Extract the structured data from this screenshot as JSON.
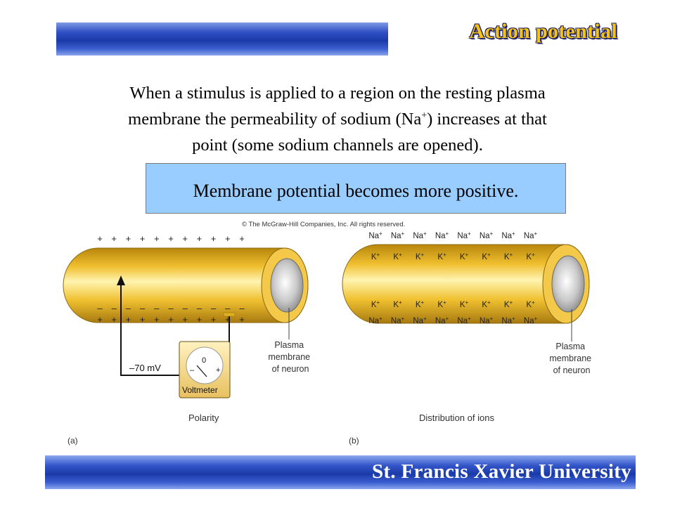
{
  "header": {
    "title": "Action potential"
  },
  "body": {
    "line1": "When a stimulus is applied to a region on the resting plasma",
    "line2_pre": "membrane the permeability of sodium (Na",
    "line2_sup": "+",
    "line2_post": ") increases at that",
    "line3": "point (some sodium channels are opened)."
  },
  "callout": {
    "text": "Membrane potential becomes more positive."
  },
  "figure": {
    "copyright": "© The McGraw-Hill Companies, Inc. All rights reserved.",
    "panel_a": {
      "letter": "(a)",
      "caption": "Polarity",
      "plus": "+",
      "minus": "–",
      "voltage_label": "–70 mV",
      "meter_zero": "0",
      "meter_minus": "–",
      "meter_plus": "+",
      "meter_label": "Voltmeter",
      "membrane_label": [
        "Plasma",
        "membrane",
        "of neuron"
      ]
    },
    "panel_b": {
      "letter": "(b)",
      "caption": "Distribution of ions",
      "na_label": "Na",
      "k_label": "K",
      "ion_charge": "+",
      "membrane_label": [
        "Plasma",
        "membrane",
        "of neuron"
      ]
    }
  },
  "footer": {
    "institution": "St. Francis Xavier University"
  },
  "colors": {
    "title": "#f2c318",
    "callout_bg": "#99ccff",
    "axon": "#f0c030",
    "bar_blue": "#1a3aa8"
  }
}
